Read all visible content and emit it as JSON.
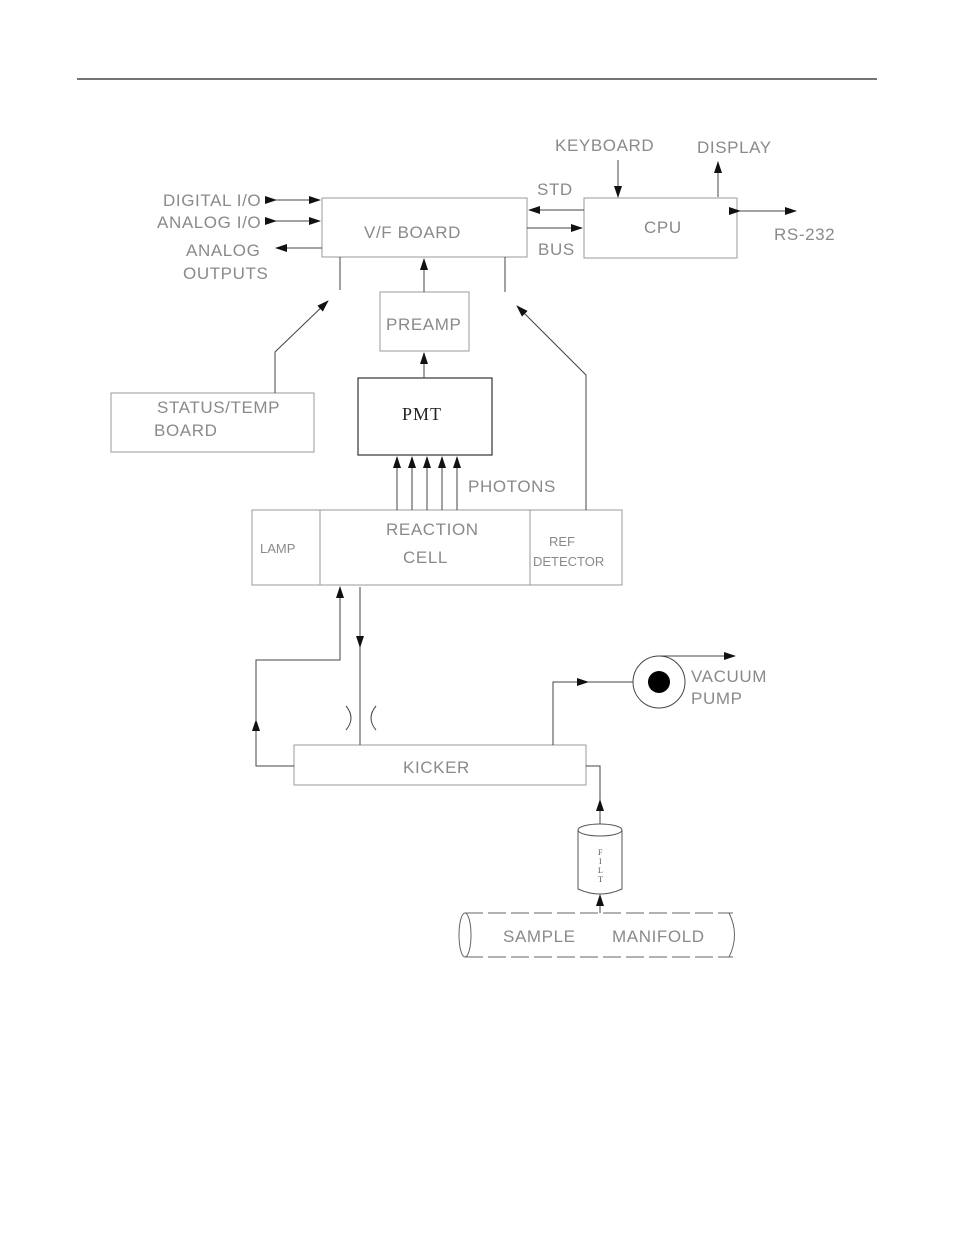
{
  "labels": {
    "keyboard": "KEYBOARD",
    "display": "DISPLAY",
    "std": "STD",
    "bus": "BUS",
    "digital_io": "DIGITAL I/O",
    "analog_io": "ANALOG I/O",
    "analog": "ANALOG",
    "outputs": "OUTPUTS",
    "vf_board": "V/F  BOARD",
    "cpu": "CPU",
    "rs232": "RS-232",
    "preamp": "PREAMP",
    "pmt": "PMT",
    "status_temp": "STATUS/TEMP",
    "board": "BOARD",
    "photons": "PHOTONS",
    "lamp": "LAMP",
    "reaction": "REACTION",
    "cell": "CELL",
    "ref": "REF",
    "detector": "DETECTOR",
    "vacuum": "VACUUM",
    "pump": "PUMP",
    "kicker": "KICKER",
    "filt_f": "F",
    "filt_i": "I",
    "filt_l": "L",
    "filt_t": "T",
    "sample": "SAMPLE",
    "manifold": "MANIFOLD"
  }
}
